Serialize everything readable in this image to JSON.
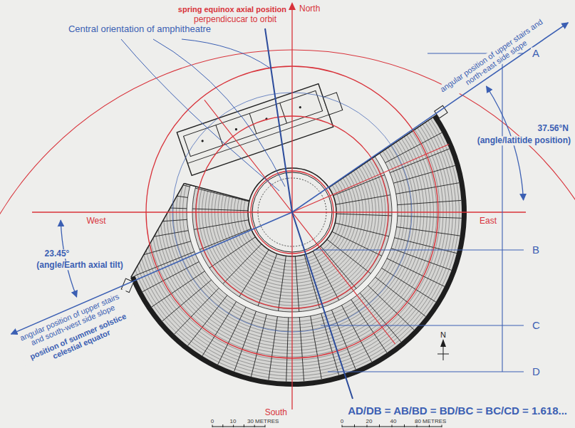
{
  "diagram": {
    "labels": [
      "spring equinox axial position",
      "perpendicucar to orbit",
      "North",
      "Central orientation of amphitheatre",
      "angular position of upper stairs and north-east side slope",
      "A",
      "37.56°N",
      "(angle/latitide position)",
      "West",
      "East",
      "B",
      "23.45°",
      "(angle/Earth axial tilt)",
      "angular position of upper stairs and south-west side slope",
      "position of summer solstice celestial equator",
      "C",
      "N",
      "D",
      "South",
      "AD/DB = AB/BD = BD/BC = BC/CD = 1.618...",
      "0",
      "10",
      "30 METRES",
      "0",
      "20",
      "40",
      "80 METRES"
    ]
  }
}
